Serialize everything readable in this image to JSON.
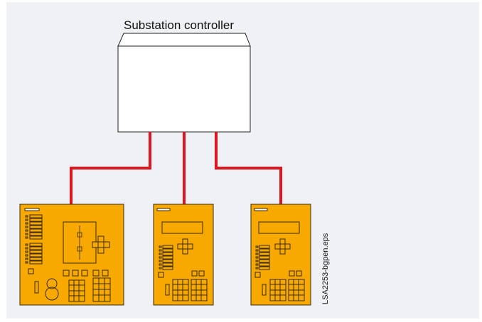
{
  "title": "Substation controller",
  "file_label": "LSA2253-bgpen.eps",
  "colors": {
    "background": "#eff1f4",
    "device_fill": "#f7a900",
    "device_stroke": "#3a2a10",
    "connection": "#e0161e",
    "controller_fill": "#ffffff"
  },
  "devices": [
    {
      "name": "left-protection-relay"
    },
    {
      "name": "middle-protection-relay"
    },
    {
      "name": "right-protection-relay"
    }
  ]
}
